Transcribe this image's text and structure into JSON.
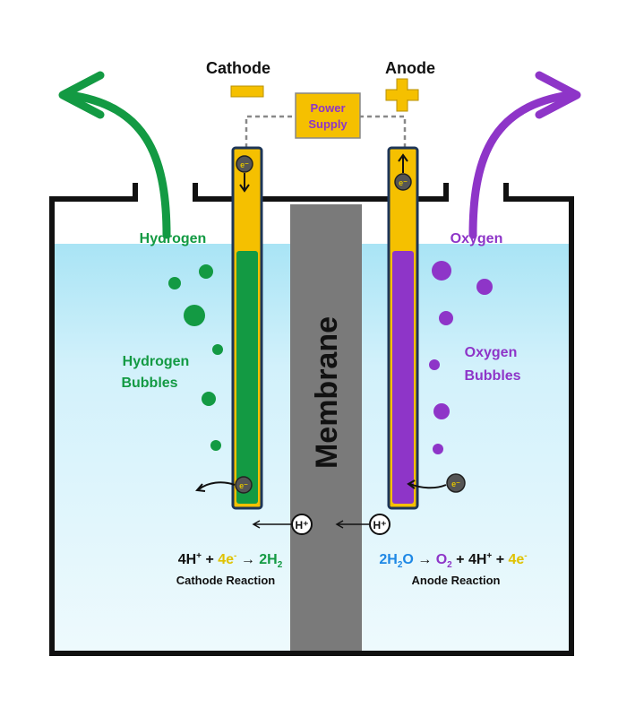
{
  "labels": {
    "cathode": "Cathode",
    "anode": "Anode",
    "power_supply_line1": "Power",
    "power_supply_line2": "Supply",
    "minus_sign": "−",
    "plus_sign": "+",
    "hydrogen": "Hydrogen",
    "oxygen": "Oxygen",
    "hydrogen_bubbles_line1": "Hydrogen",
    "hydrogen_bubbles_line2": "Bubbles",
    "oxygen_bubbles_line1": "Oxygen",
    "oxygen_bubbles_line2": "Bubbles",
    "membrane": "Membrane",
    "electron_symbol": "e⁻",
    "proton_symbol": "H⁺"
  },
  "cathode_equation": {
    "part1": "4H",
    "part1_sup": "+",
    "plus1": " + ",
    "part2": "4e",
    "part2_sup": "-",
    "arrow": " → ",
    "part3": "2H",
    "part3_sub": "2",
    "caption": "Cathode Reaction"
  },
  "anode_equation": {
    "part1": "2H",
    "part1_sub": "2",
    "part1b": "O",
    "arrow": " → ",
    "part2": "O",
    "part2_sub": "2",
    "plus1": " + ",
    "part3": "4H",
    "part3_sup": "+",
    "plus2": " + ",
    "part4": "4e",
    "part4_sup": "-",
    "caption": "Anode Reaction"
  },
  "colors": {
    "hydrogen_green": "#139a43",
    "oxygen_purple": "#8e35c8",
    "electrode_yellow": "#f5c000",
    "electrode_border": "#1d3557",
    "water_top": "#a9e4f5",
    "water_bottom": "#e8f8fd",
    "membrane_gray": "#7a7a7a",
    "water_blue": "#1e88e5",
    "electron_yellow": "#e0c200",
    "tank_black": "#111111"
  }
}
